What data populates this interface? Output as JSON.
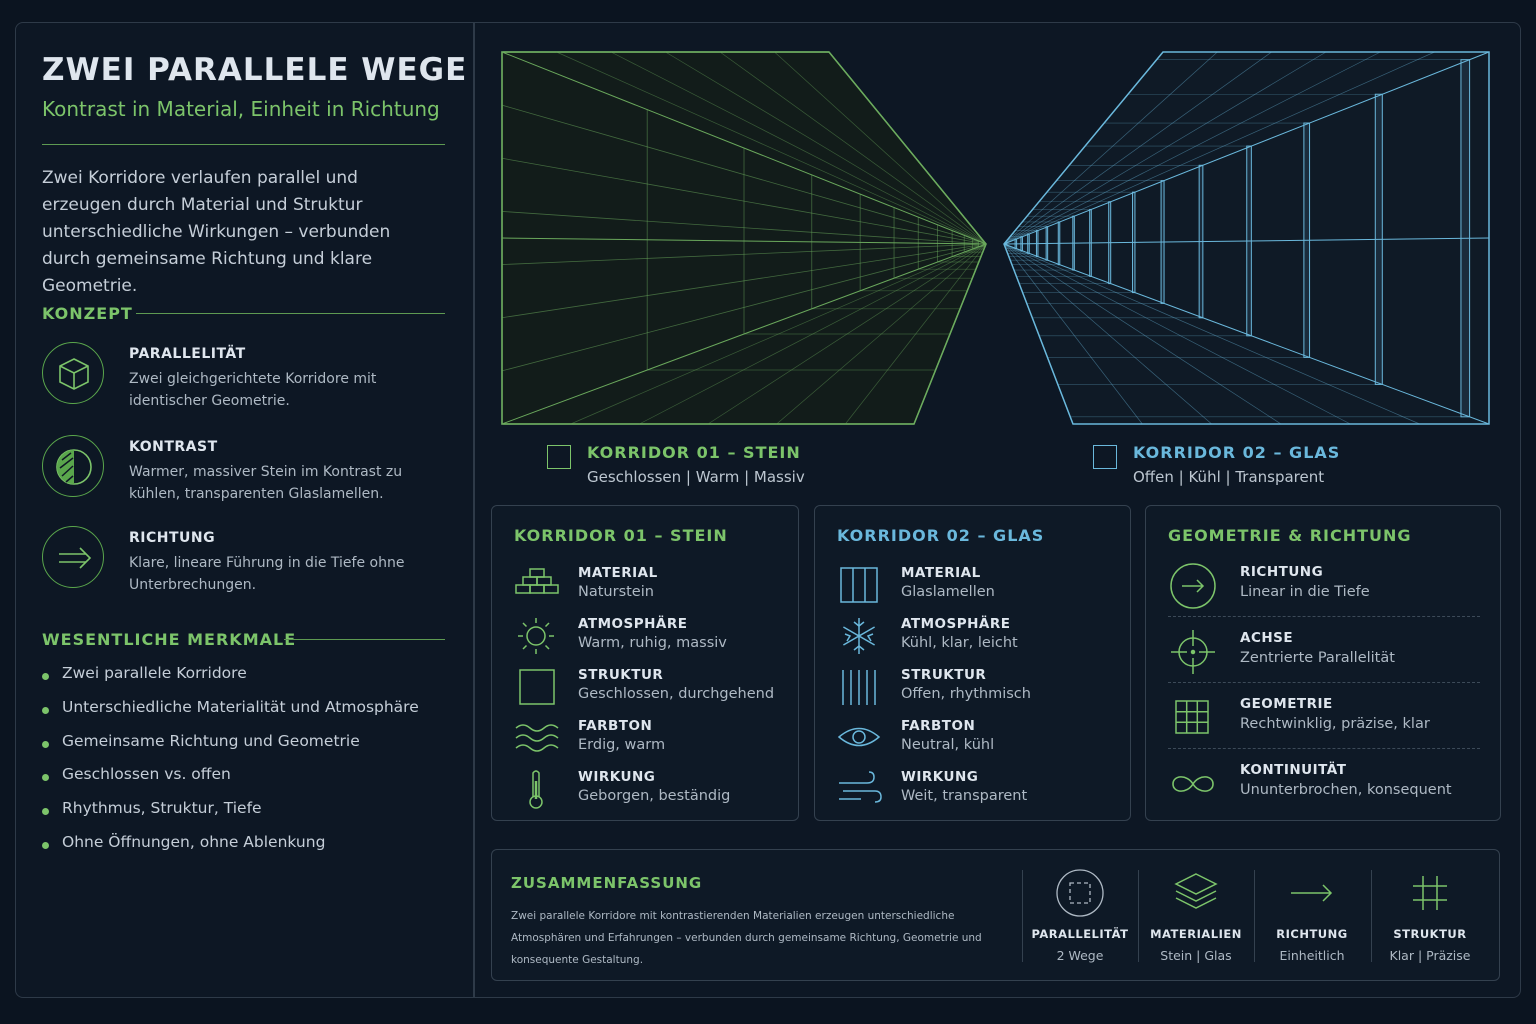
{
  "header": {
    "title": "ZWEI PARALLELE WEGE",
    "subtitle": "Kontrast in Material, Einheit in Richtung",
    "intro": "Zwei Korridore verlaufen parallel und erzeugen durch Material und Struktur unterschiedliche Wirkungen – verbunden durch gemeinsame Richtung und klare Geometrie."
  },
  "concept": {
    "heading": "KONZEPT",
    "items": [
      {
        "title": "PARALLELITÄT",
        "desc": "Zwei gleichgerichtete Korridore mit identischer Geometrie.",
        "icon": "cube-icon"
      },
      {
        "title": "KONTRAST",
        "desc": "Warmer, massiver Stein im Kontrast zu kühlen, transparenten Glaslamellen.",
        "icon": "half-circle-icon"
      },
      {
        "title": "RICHTUNG",
        "desc": "Klare, lineare Führung in die Tiefe ohne Unterbrechungen.",
        "icon": "arrow-icon"
      }
    ]
  },
  "features": {
    "heading": "WESENTLICHE MERKMALE",
    "items": [
      "Zwei parallele Korridore",
      "Unterschiedliche Materialität und Atmosphäre",
      "Gemeinsame Richtung und Geometrie",
      "Geschlossen vs. offen",
      "Rhythmus, Struktur, Tiefe",
      "Ohne Öffnungen, ohne Ablenkung"
    ]
  },
  "corridor_labels": {
    "stone": {
      "title": "KORRIDOR 01 – STEIN",
      "sub": "Geschlossen | Warm | Massiv"
    },
    "glass": {
      "title": "KORRIDOR 02 – GLAS",
      "sub": "Offen | Kühl | Transparent"
    }
  },
  "stone_panel": {
    "heading": "KORRIDOR 01 – STEIN",
    "rows": [
      {
        "label": "MATERIAL",
        "value": "Naturstein",
        "icon": "bricks-icon"
      },
      {
        "label": "ATMOSPHÄRE",
        "value": "Warm, ruhig, massiv",
        "icon": "sun-icon"
      },
      {
        "label": "STRUKTUR",
        "value": "Geschlossen, durchgehend",
        "icon": "square-icon"
      },
      {
        "label": "FARBTON",
        "value": "Erdig, warm",
        "icon": "waves-icon"
      },
      {
        "label": "WIRKUNG",
        "value": "Geborgen, beständig",
        "icon": "thermometer-icon"
      }
    ]
  },
  "glass_panel": {
    "heading": "KORRIDOR 02 – GLAS",
    "rows": [
      {
        "label": "MATERIAL",
        "value": "Glaslamellen",
        "icon": "panels-icon"
      },
      {
        "label": "ATMOSPHÄRE",
        "value": "Kühl, klar, leicht",
        "icon": "snowflake-icon"
      },
      {
        "label": "STRUKTUR",
        "value": "Offen, rhythmisch",
        "icon": "lines-icon"
      },
      {
        "label": "FARBTON",
        "value": "Neutral, kühl",
        "icon": "eye-icon"
      },
      {
        "label": "WIRKUNG",
        "value": "Weit, transparent",
        "icon": "wind-icon"
      }
    ]
  },
  "geometry_panel": {
    "heading": "GEOMETRIE & RICHTUNG",
    "rows": [
      {
        "label": "RICHTUNG",
        "value": "Linear in die Tiefe",
        "icon": "arrow-circle-icon"
      },
      {
        "label": "ACHSE",
        "value": "Zentrierte Parallelität",
        "icon": "crosshair-icon"
      },
      {
        "label": "GEOMETRIE",
        "value": "Rechtwinklig, präzise, klar",
        "icon": "grid-icon"
      },
      {
        "label": "KONTINUITÄT",
        "value": "Ununterbrochen, konsequent",
        "icon": "infinity-icon"
      }
    ]
  },
  "summary": {
    "heading": "ZUSAMMENFASSUNG",
    "text": "Zwei parallele Korridore mit kontrastierenden Materialien erzeugen unterschiedliche Atmosphären und Erfahrungen – verbunden durch gemeinsame Richtung, Geometrie und konsequente Gestaltung.",
    "items": [
      {
        "label": "PARALLELITÄT",
        "value": "2 Wege",
        "icon": "dashed-square-icon"
      },
      {
        "label": "MATERIALIEN",
        "value": "Stein | Glas",
        "icon": "layers-icon"
      },
      {
        "label": "RICHTUNG",
        "value": "Einheitlich",
        "icon": "arrow-right-icon"
      },
      {
        "label": "STRUKTUR",
        "value": "Klar | Präzise",
        "icon": "hash-icon"
      }
    ]
  },
  "colors": {
    "accent_green": "#7cc46a",
    "accent_blue": "#6ab8dc",
    "background": "#0b1420"
  }
}
